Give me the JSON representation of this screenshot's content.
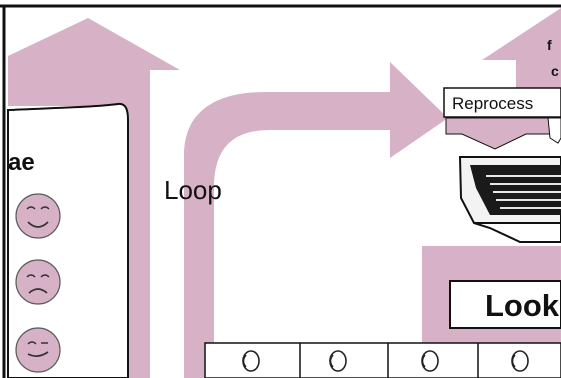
{
  "diagram": {
    "left_heading": "ae",
    "loop_label": "Loop",
    "reprocess_label": "Reprocess",
    "look_label": "Look",
    "top_right_fragment_1": "f",
    "top_right_fragment_2": "c",
    "colors": {
      "arrow_fill": "#d7b2c7",
      "outline": "#111111",
      "canvas_fill": "#ffffff",
      "machine_dark": "#1a1a1a",
      "machine_light": "#f3f3f3"
    },
    "icons": {
      "faces": [
        "happy-face-icon",
        "sad-face-icon",
        "wink-face-icon"
      ],
      "coins": [
        "coin-icon",
        "coin-icon",
        "coin-icon",
        "coin-icon"
      ]
    }
  }
}
